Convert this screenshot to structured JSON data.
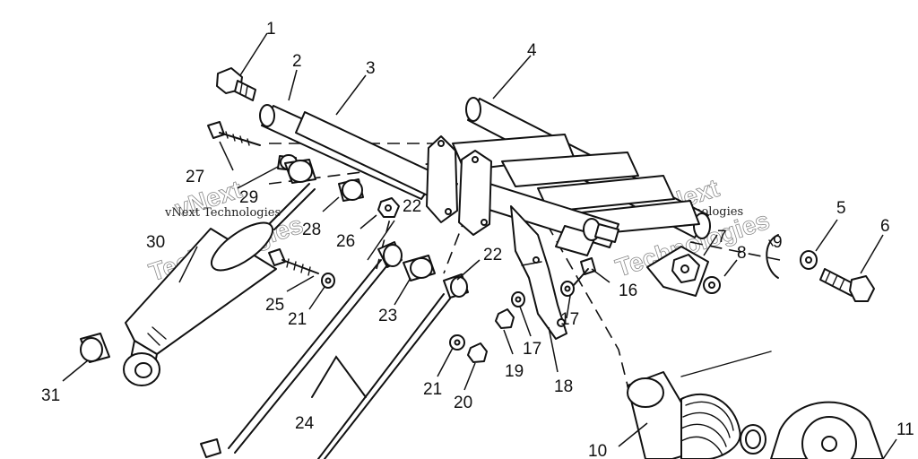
{
  "callouts": [
    "1",
    "2",
    "3",
    "4",
    "5",
    "6",
    "7",
    "8",
    "9",
    "10",
    "11",
    "16",
    "17",
    "17",
    "18",
    "19",
    "20",
    "21",
    "21",
    "22",
    "22",
    "23",
    "24",
    "25",
    "26",
    "27",
    "28",
    "29",
    "30",
    "31"
  ],
  "watermark": {
    "text": "vNext Technologies",
    "line1": "vNext",
    "line2": "Technologies"
  }
}
